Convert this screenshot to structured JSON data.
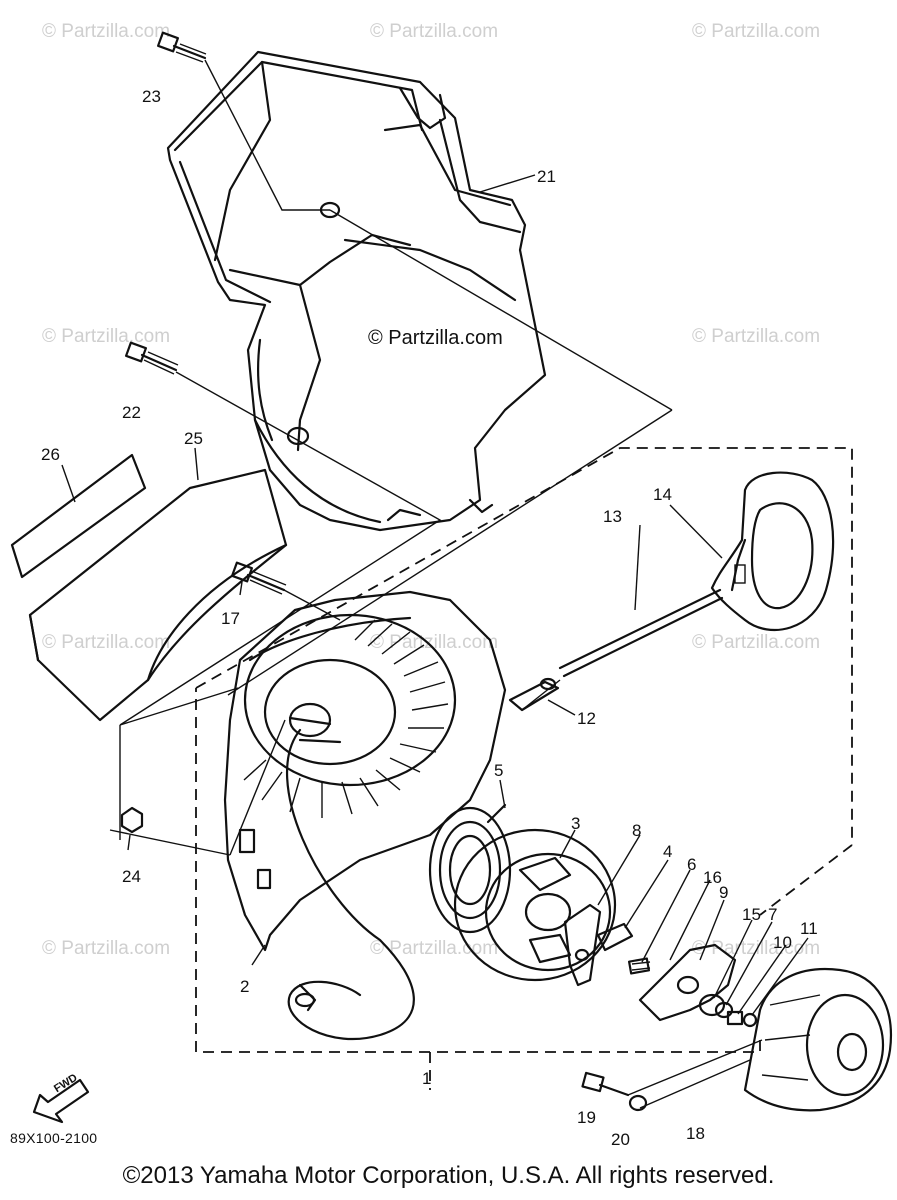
{
  "watermark": "© Partzilla.com",
  "watermark_center": "© Partzilla.com",
  "diagram_code": "89X100-2100",
  "copyright": "©2013 Yamaha Motor Corporation, U.S.A. All rights reserved.",
  "fwd_label": "FWD",
  "part_numbers": {
    "p1": "1",
    "p2": "2",
    "p3": "3",
    "p4": "4",
    "p5": "5",
    "p6": "6",
    "p7": "7",
    "p8": "8",
    "p9": "9",
    "p10": "10",
    "p11": "11",
    "p12": "12",
    "p13": "13",
    "p14": "14",
    "p15": "15",
    "p16": "16",
    "p17": "17",
    "p18": "18",
    "p19": "19",
    "p20": "20",
    "p21": "21",
    "p22": "22",
    "p23": "23",
    "p24": "24",
    "p25": "25",
    "p26": "26"
  }
}
